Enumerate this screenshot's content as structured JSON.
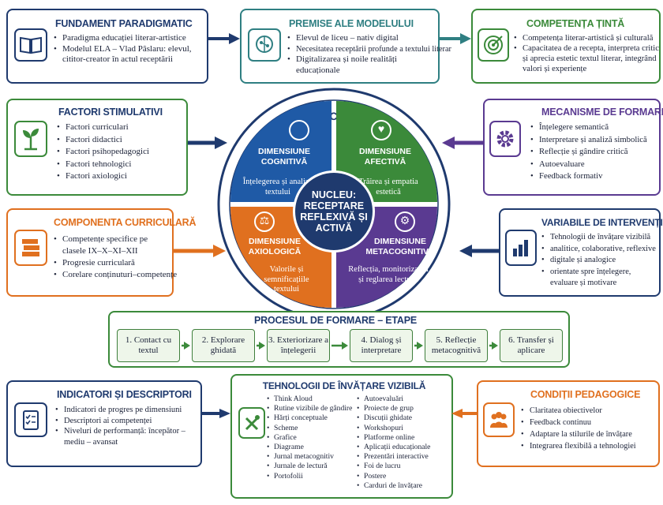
{
  "fundament": {
    "title": "FUNDAMENT PARADIGMATIC",
    "items": [
      "Paradigma educației literar-artistice",
      "Modelul ELA – Vlad Pâslaru: elevul, cititor-creator în actul receptării"
    ]
  },
  "premise": {
    "title": "PREMISE ALE MODELULUI",
    "items": [
      "Elevul de liceu – nativ digital",
      "Necesitatea receptării profunde a textului literar",
      "Digitalizarea și noile realități educaționale"
    ]
  },
  "competenta": {
    "title": "COMPETENȚA ȚINTĂ",
    "items": [
      "Competența literar-artistică și culturală",
      "Capacitatea de a recepta, interpreta critic și aprecia estetic textul literar, integrând valori și experiențe"
    ]
  },
  "factori": {
    "title": "FACTORI STIMULATIVI",
    "items": [
      "Factori curriculari",
      "Factori didactici",
      "Factori psihopedagogici",
      "Factori tehnologici",
      "Factori axiologici"
    ]
  },
  "mecanisme": {
    "title": "MECANISME DE FORMARE",
    "items": [
      "Înțelegere semantică",
      "Interpretare și analiză simbolică",
      "Reflecție și gândire critică",
      "Autoevaluare",
      "Feedback formativ"
    ]
  },
  "curriculara": {
    "title": "COMPONENTA CURRICULARĂ",
    "items": [
      "Competențe specifice pe clasele IX–X–XI–XII",
      "Progresie curriculară",
      "Corelare conținuturi–competențe"
    ]
  },
  "variabile": {
    "title": "VARIABILE DE INTERVENȚIE",
    "items": [
      "Tehnologii de învățare vizibilă",
      "analitice, colaborative, reflexive",
      "digitale și analogice",
      "orientate spre înțelegere, evaluare și motivare"
    ]
  },
  "structura": {
    "ring_title": "STRUCTURA COMPETENȚEI",
    "nucleu": "NUCLEU: RECEPTARE REFLEXIVĂ ȘI ACTIVĂ",
    "dims": [
      {
        "title": "DIMENSIUNE COGNITIVĂ",
        "desc": "Înțelegerea și analiza textului",
        "color": "#1f5aa6"
      },
      {
        "title": "DIMENSIUNE AFECTIVĂ",
        "desc": "Trăirea și empatia estetică",
        "color": "#3b8a3a"
      },
      {
        "title": "DIMENSIUNE AXIOLOGICĂ",
        "desc": "Valorile și semnificațiile textului",
        "color": "#e0701f"
      },
      {
        "title": "DIMENSIUNE METACOGNITIVĂ",
        "desc": "Reflecția, monitorizarea și reglarea lecturii",
        "color": "#5a3a91"
      }
    ]
  },
  "proces": {
    "title": "PROCESUL DE FORMARE – ETAPE",
    "steps": [
      "1. Contact cu textul",
      "2. Explorare ghidată",
      "3. Exteriorizare a înțelegerii",
      "4. Dialog și interpretare",
      "5. Reflecție metacognitivă",
      "6. Transfer și aplicare"
    ]
  },
  "indicatori": {
    "title": "INDICATORI ȘI DESCRIPTORI",
    "items": [
      "Indicatori de progres pe dimensiuni",
      "Descriptori ai competenței",
      "Niveluri de performanță: începător – mediu – avansat"
    ]
  },
  "tehnologii": {
    "title": "TEHNOLOGII DE ÎNVĂȚARE VIZIBILĂ",
    "col1": [
      "Think Aloud",
      "Rutine vizibile de gândire",
      "Hărți conceptuale",
      "Scheme",
      "Grafice",
      "Diagrame",
      "Jurnal metacognitiv",
      "Jurnale de lectură",
      "Portofolii"
    ],
    "col2": [
      "Autoevaluări",
      "Proiecte de grup",
      "Discuții ghidate",
      "Workshopuri",
      "Platforme online",
      "Aplicații educaționale",
      "Prezentări interactive",
      "Foi de lucru",
      "Postere",
      "Carduri de învățare"
    ]
  },
  "conditii": {
    "title": "CONDIȚII PEDAGOGICE",
    "items": [
      "Claritatea obiectivelor",
      "Feedback continuu",
      "Adaptare la stilurile de învățare",
      "Integrarea flexibilă a tehnologiei"
    ]
  },
  "colors": {
    "navy": "#1f3a6e",
    "teal": "#2f7f82",
    "green": "#3b8a3a",
    "purple": "#5a3a91",
    "orange": "#e0701f"
  }
}
